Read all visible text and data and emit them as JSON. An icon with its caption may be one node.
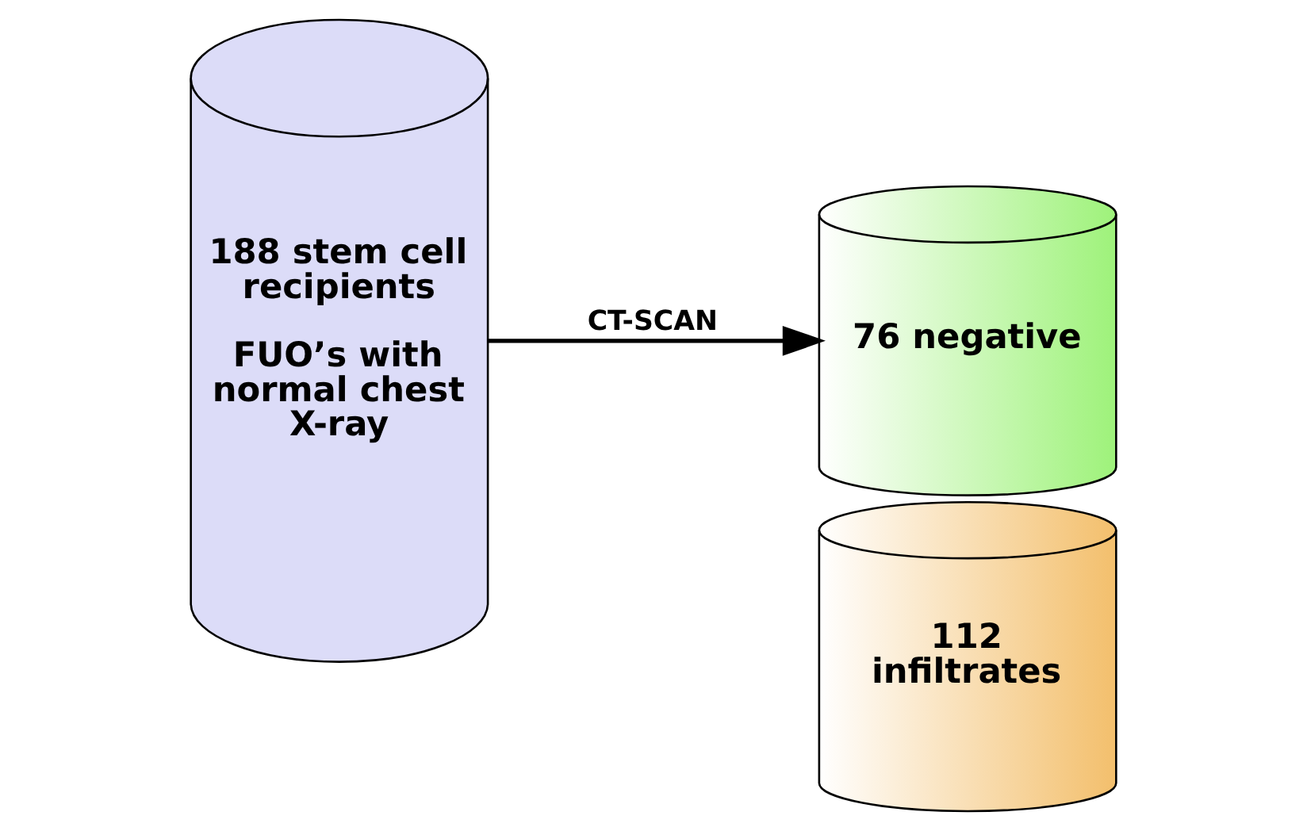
{
  "diagram": {
    "nodes": [
      {
        "text": [
          "188 stem cell recipients",
          "FUO’s with normal chest X-ray"
        ]
      },
      {
        "text": [
          "76 negative"
        ]
      },
      {
        "text": [
          "112 infiltrates"
        ]
      }
    ],
    "edges": [
      {
        "from": 0,
        "to": 1,
        "arrow": "to",
        "label": "CT-SCAN"
      }
    ]
  }
}
